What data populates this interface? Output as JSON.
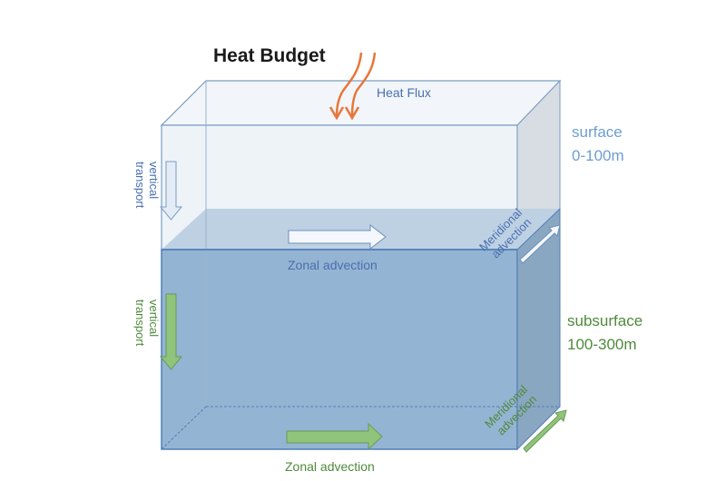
{
  "title": "Heat Budget",
  "heat_flux": "Heat Flux",
  "surface": {
    "name": "surface",
    "depth": "0-100m",
    "vertical_1": "vertical",
    "vertical_2": "transport",
    "zonal": "Zonal advection",
    "meridional_1": "Meridional",
    "meridional_2": "advection"
  },
  "subsurface": {
    "name": "subsurface",
    "depth": "100-300m",
    "vertical_1": "vertical",
    "vertical_2": "transport",
    "zonal": "Zonal advection",
    "meridional_1": "Meridional",
    "meridional_2": "advection"
  },
  "colors": {
    "heat_arrow": "#e8763a",
    "surface_text": "#4a6fb0",
    "surface_label": "#6d9ed0",
    "subsurface_text": "#4f8a3c",
    "green_arrow": "#8fc47a"
  }
}
